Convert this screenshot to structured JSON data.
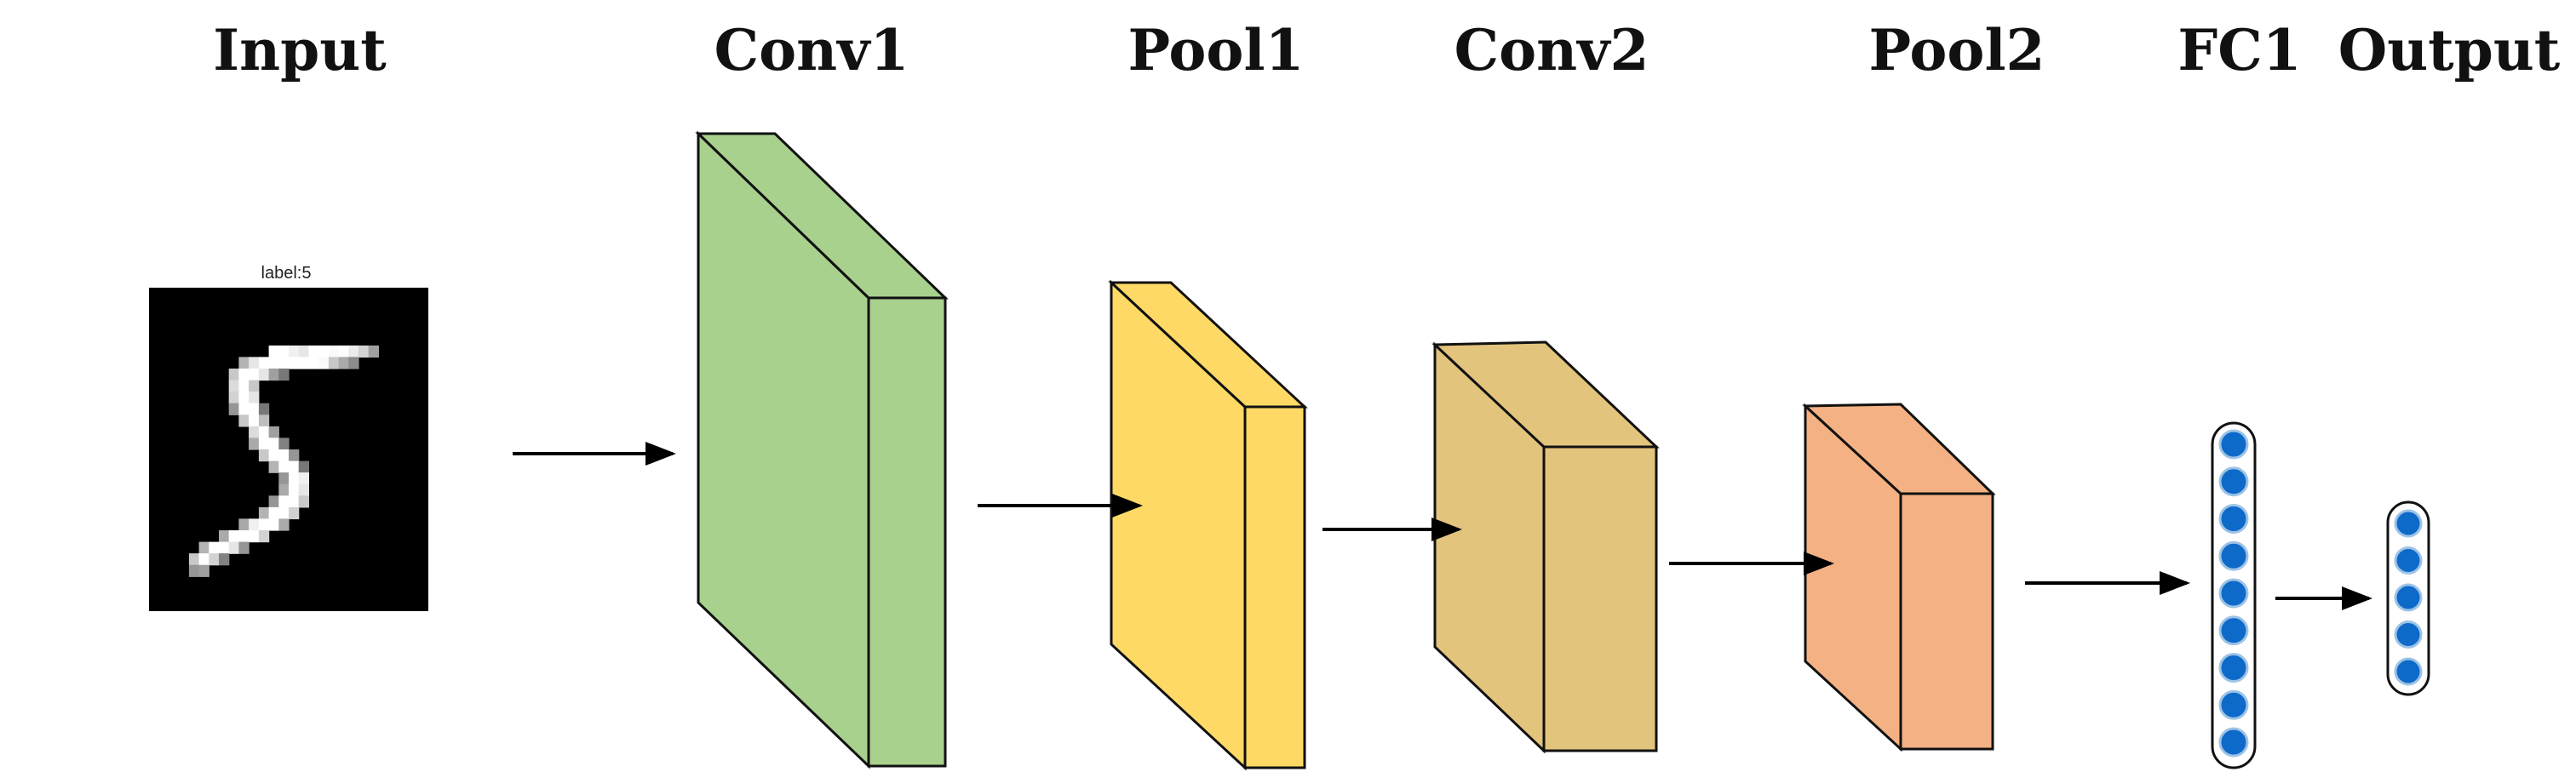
{
  "stages": [
    {
      "id": "input",
      "title": "Input"
    },
    {
      "id": "conv1",
      "title": "Conv1"
    },
    {
      "id": "pool1",
      "title": "Pool1"
    },
    {
      "id": "conv2",
      "title": "Conv2"
    },
    {
      "id": "pool2",
      "title": "Pool2"
    },
    {
      "id": "fc1",
      "title": "FC1"
    },
    {
      "id": "output",
      "title": "Output"
    }
  ],
  "input_caption": "label:5",
  "colors": {
    "conv1": "#a8d18d",
    "pool1": "#ffd966",
    "conv2": "#e3c47d",
    "pool2": "#f4b183",
    "neuron": "#0e6ac9",
    "neuron_border": "#9dc3e6"
  },
  "fc1_neuron_count": 9,
  "output_neuron_count": 5
}
